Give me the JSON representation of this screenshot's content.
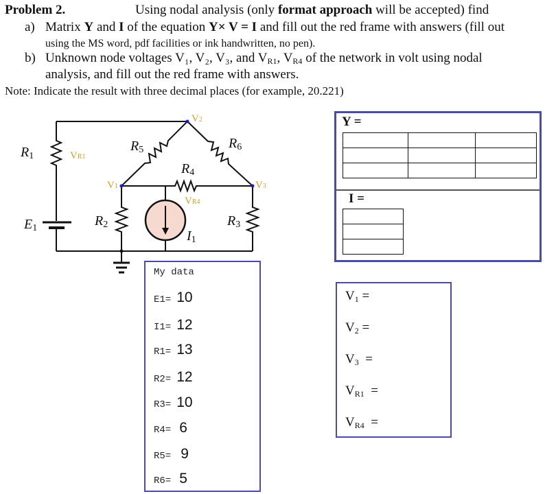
{
  "header": {
    "title": "Problem 2.",
    "intro_pre": "Using nodal analysis (only ",
    "intro_bold": "format approach",
    "intro_post": " will be accepted) find"
  },
  "items": [
    {
      "marker": "a)",
      "line1_pre": "Matrix ",
      "line1_Y": "Y",
      "line1_mid": " and ",
      "line1_I": "I",
      "line1_mid2": " of the equation ",
      "line1_eq": "Y× V = I",
      "line1_post": " and fill out the red frame with answers (fill out",
      "line2": "using the MS word, pdf facilities or ink handwritten, no pen)."
    },
    {
      "marker": "b)",
      "line1": "Unknown node voltages V₁, V₂, V₃, and V",
      "line1_sub1": "R1",
      "line1_sep": ", V",
      "line1_sub2": "R4",
      "line1_post": " of the network in volt using nodal",
      "line2": "analysis, and fill out the red frame with answers."
    }
  ],
  "note": "Note:  Indicate the result with three decimal places (for example, 20.221)",
  "circuit": {
    "labels": {
      "R1": "R",
      "R1_sub": "1",
      "R2": "R",
      "R2_sub": "2",
      "R3": "R",
      "R3_sub": "3",
      "R4": "R",
      "R4_sub": "4",
      "R5": "R",
      "R5_sub": "5",
      "R6": "R",
      "R6_sub": "6",
      "E1": "E",
      "E1_sub": "1",
      "I1": "I",
      "I1_sub": "1",
      "V1": "V",
      "V1_sub": "1",
      "V2": "V",
      "V2_sub": "2",
      "V3": "V",
      "V3_sub": "3",
      "VR1": "V",
      "VR1_sub": "R1",
      "VR4": "V",
      "VR4_sub": "R4"
    },
    "colors": {
      "wire": "#111111",
      "node_dot": "#1a1adb",
      "node_label": "#c9a227",
      "source_fill": "#f6d9cf"
    }
  },
  "my_data": {
    "title": "My data",
    "rows": [
      {
        "label": "E1=",
        "value": "10"
      },
      {
        "label": "I1=",
        "value": "12"
      },
      {
        "label": "R1=",
        "value": "13"
      },
      {
        "label": "R2=",
        "value": "12"
      },
      {
        "label": "R3=",
        "value": "10"
      },
      {
        "label": "R4=",
        "value": "6"
      },
      {
        "label": "R5=",
        "value": "9"
      },
      {
        "label": "R6=",
        "value": "5"
      }
    ]
  },
  "matrix_frame": {
    "y_label": "Y =",
    "i_label": "I =",
    "y_cells": [
      [
        "",
        "",
        ""
      ],
      [
        "",
        "",
        ""
      ],
      [
        "",
        "",
        ""
      ]
    ],
    "i_cells": [
      "",
      "",
      ""
    ],
    "frame_color": "#4a4aa8"
  },
  "answers_frame": {
    "rows": [
      {
        "base": "V",
        "sub": "1",
        "eq": " =",
        "value": ""
      },
      {
        "base": "V",
        "sub": "2",
        "eq": " =",
        "value": ""
      },
      {
        "base": "V",
        "sub": "3",
        "eq": "  =",
        "value": ""
      },
      {
        "base": "V",
        "sub": "R1",
        "eq": "  =",
        "value": ""
      },
      {
        "base": "V",
        "sub": "R4",
        "eq": "  =",
        "value": ""
      }
    ]
  }
}
